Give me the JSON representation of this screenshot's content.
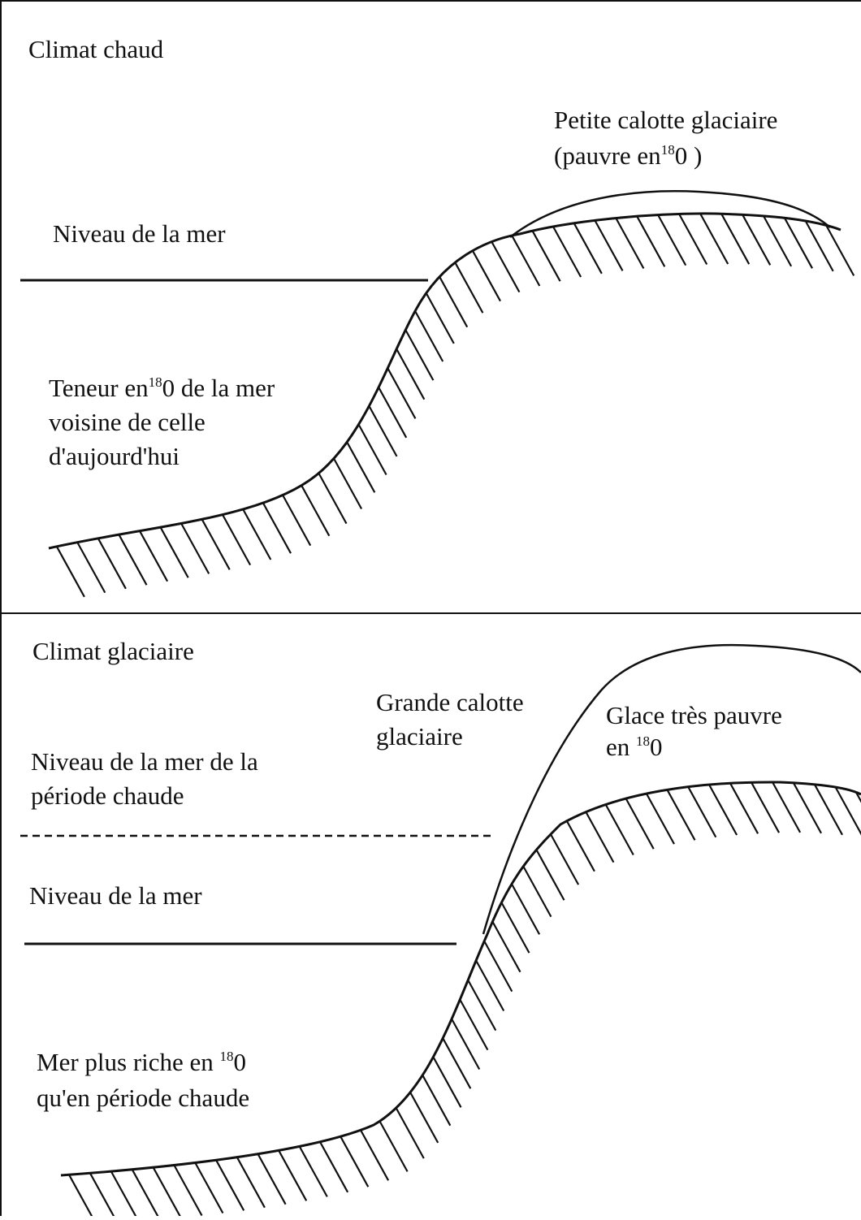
{
  "panels": {
    "warm": {
      "title": "Climat chaud",
      "ice_label": [
        "Petite calotte glaciaire",
        "(pauvre en",
        "18",
        "0 )"
      ],
      "sea_level_label": "Niveau de la mer",
      "sea_label": [
        "Teneur en",
        "18",
        "0 de la mer",
        "voisine de celle",
        "d'aujourd'hui"
      ]
    },
    "glacial": {
      "title": "Climat glaciaire",
      "ice_label": [
        "Grande calotte",
        "glaciaire"
      ],
      "ice_content_label": [
        "Glace très pauvre",
        "en ",
        "18",
        "0"
      ],
      "old_sea_level_label": [
        "Niveau de la mer de la",
        "période chaude"
      ],
      "sea_level_label": "Niveau de la mer",
      "sea_label": [
        "Mer plus riche  en ",
        "18",
        "0",
        "qu'en période chaude"
      ]
    }
  },
  "colors": {
    "ink": "#111111",
    "background": "#ffffff"
  }
}
